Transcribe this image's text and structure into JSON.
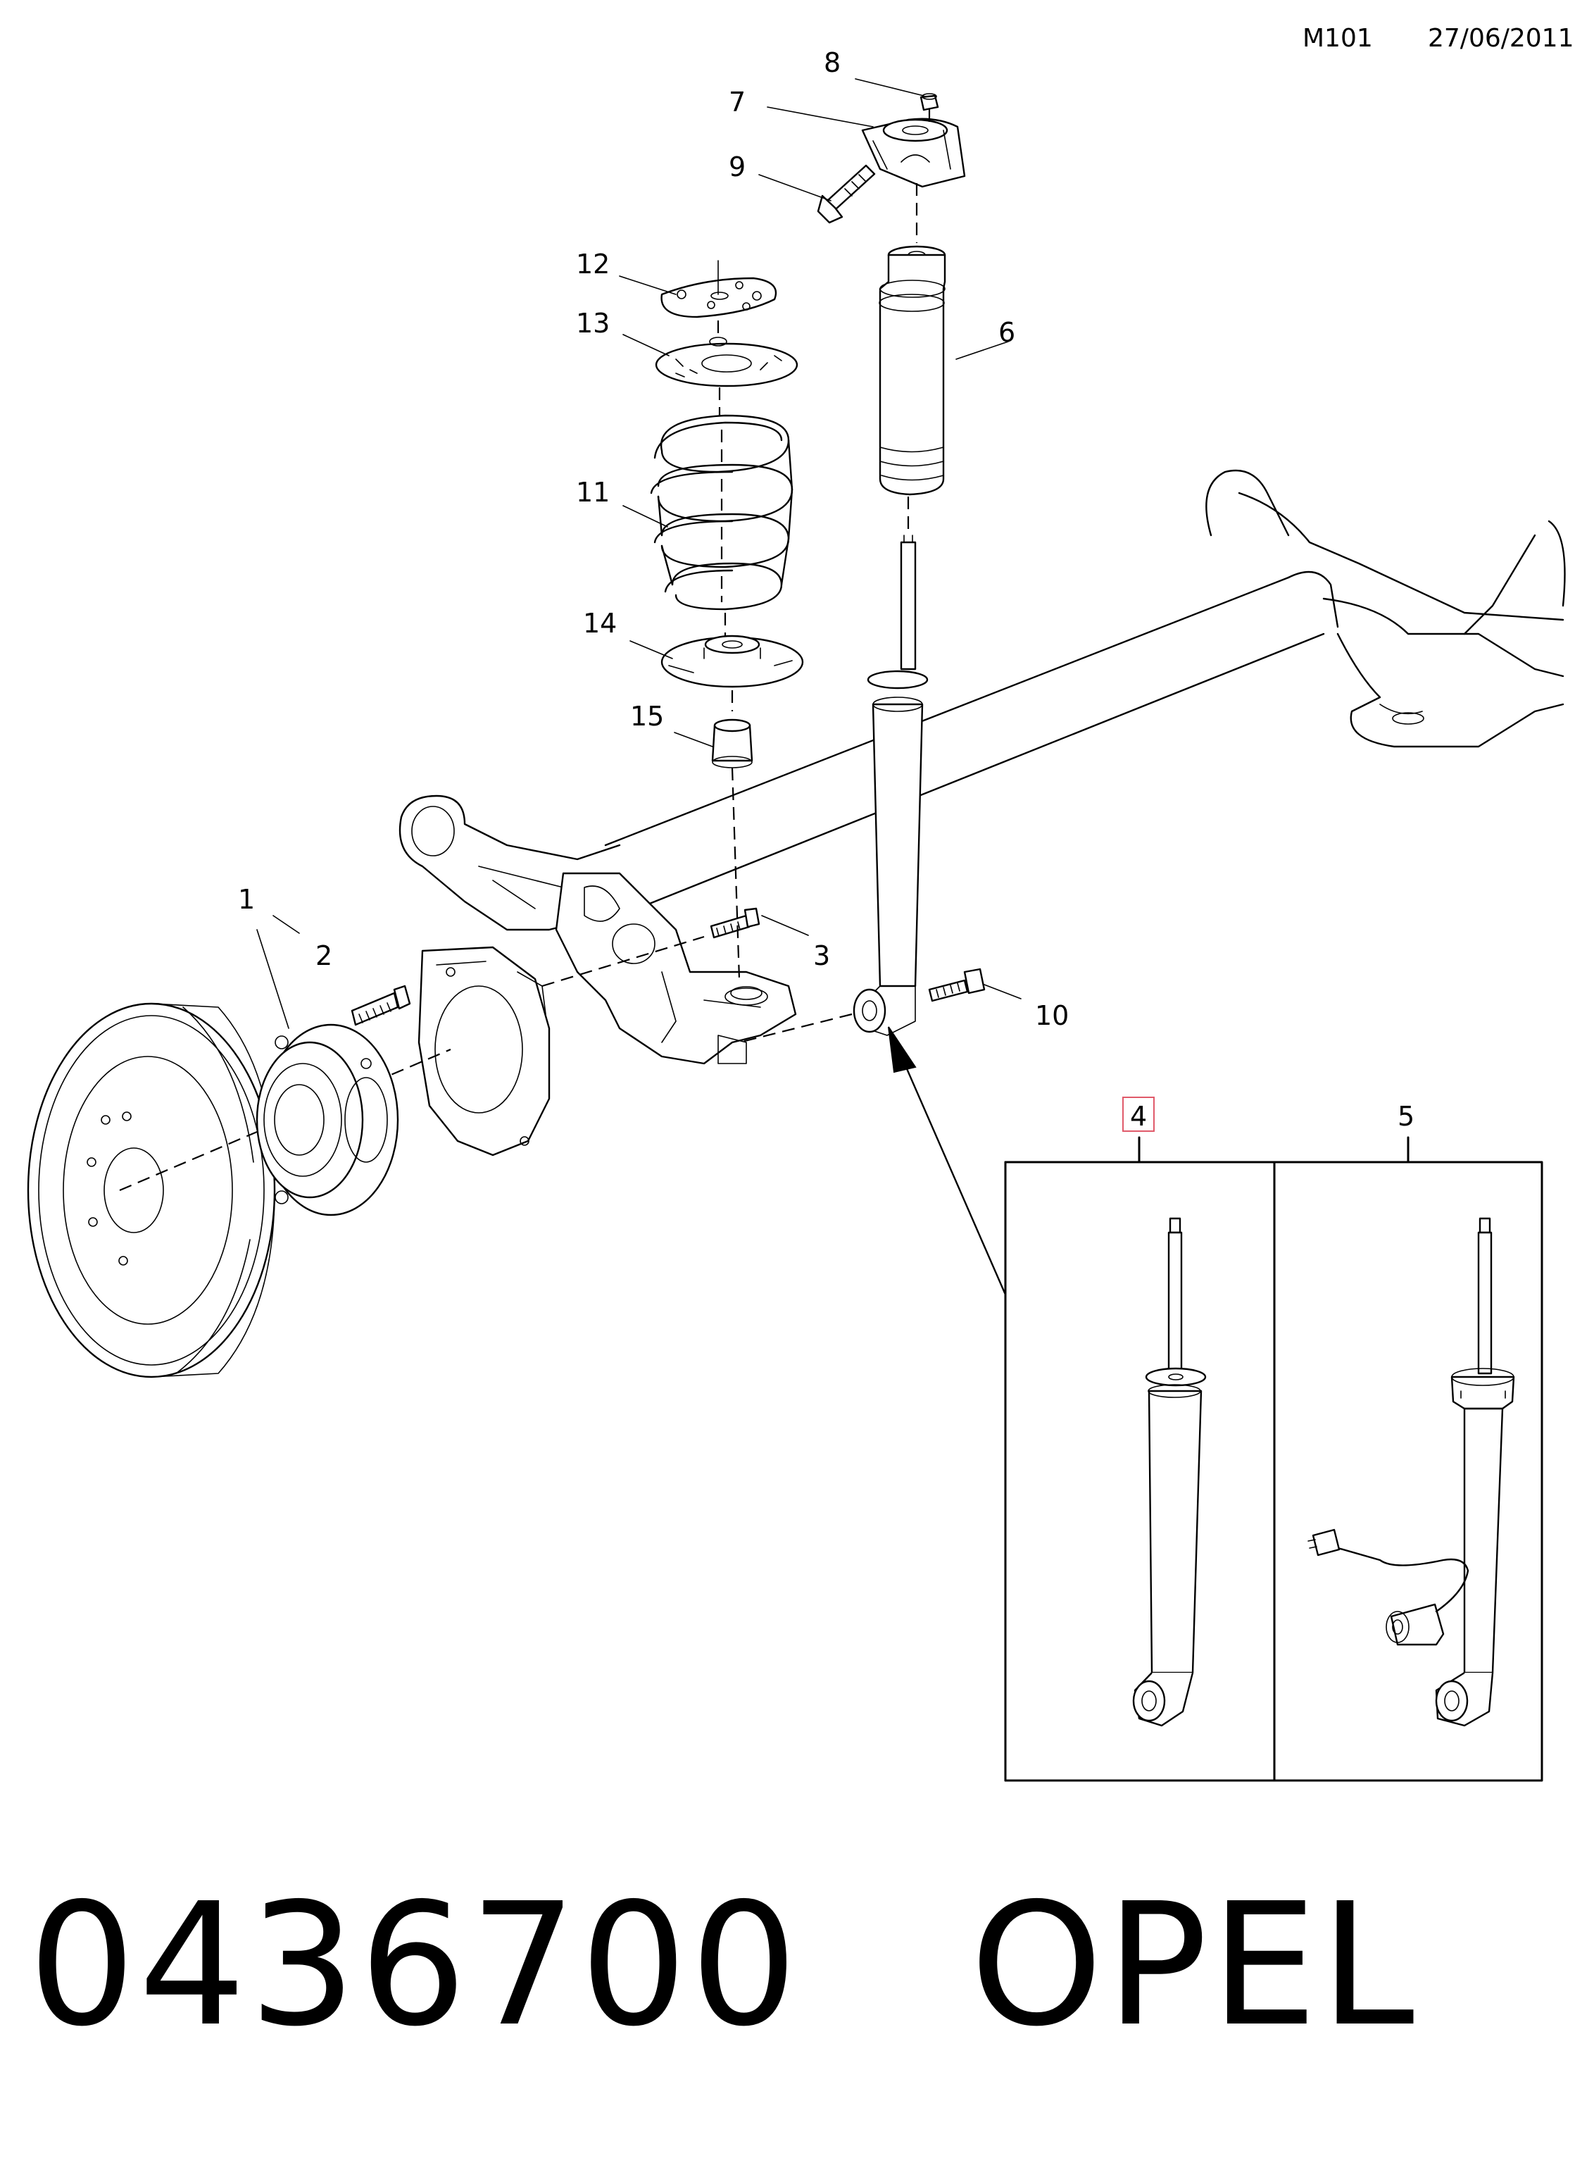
{
  "header": {
    "code": "M101",
    "date": "27/06/2011"
  },
  "callouts": {
    "c1": "1",
    "c2": "2",
    "c3": "3",
    "c4": "4",
    "c5": "5",
    "c6": "6",
    "c7": "7",
    "c8": "8",
    "c9": "9",
    "c10": "10",
    "c11": "11",
    "c12": "12",
    "c13": "13",
    "c14": "14",
    "c15": "15"
  },
  "highlight_color": "#e05a6a",
  "footer": {
    "part_number": "0436700",
    "brand": "OPEL"
  }
}
